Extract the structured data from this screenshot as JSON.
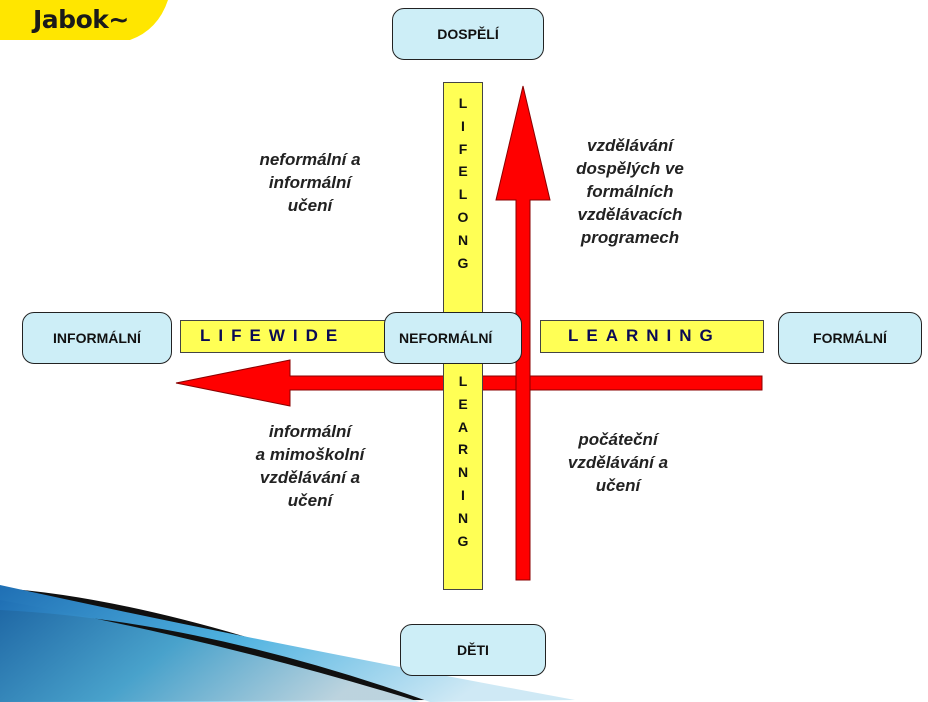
{
  "logo": {
    "text": "Jabok~"
  },
  "axes": {
    "top": "DOSPĚLÍ",
    "bottom": "DĚTI",
    "left": "INFORMÁLNÍ",
    "right": "FORMÁLNÍ",
    "center": "NEFORMÁLNÍ"
  },
  "horizontal_band": {
    "left_word": "LIFEWIDE",
    "right_word": "LEARNING"
  },
  "vertical_band": {
    "upper_letters": [
      "L",
      "I",
      "F",
      "E",
      "L",
      "O",
      "N",
      "G"
    ],
    "lower_letters": [
      "L",
      "E",
      "A",
      "R",
      "N",
      "I",
      "N",
      "G"
    ]
  },
  "quadrants": {
    "top_left": [
      "neformální a",
      "informální",
      "učení"
    ],
    "top_right": [
      "vzdělávání",
      "dospělých ve",
      "formálních",
      "vzdělávacích",
      "programech"
    ],
    "bottom_left": [
      "informální",
      "a mimoškolní",
      "vzdělávání a",
      "učení"
    ],
    "bottom_right": [
      "počáteční",
      "vzdělávání a",
      "učení"
    ]
  },
  "colors": {
    "arrow": "#ff0000",
    "band": "#ffff55",
    "box": "#cdeef7",
    "logo_bg": "#ffe600",
    "swoosh": "#2a7fc0"
  }
}
